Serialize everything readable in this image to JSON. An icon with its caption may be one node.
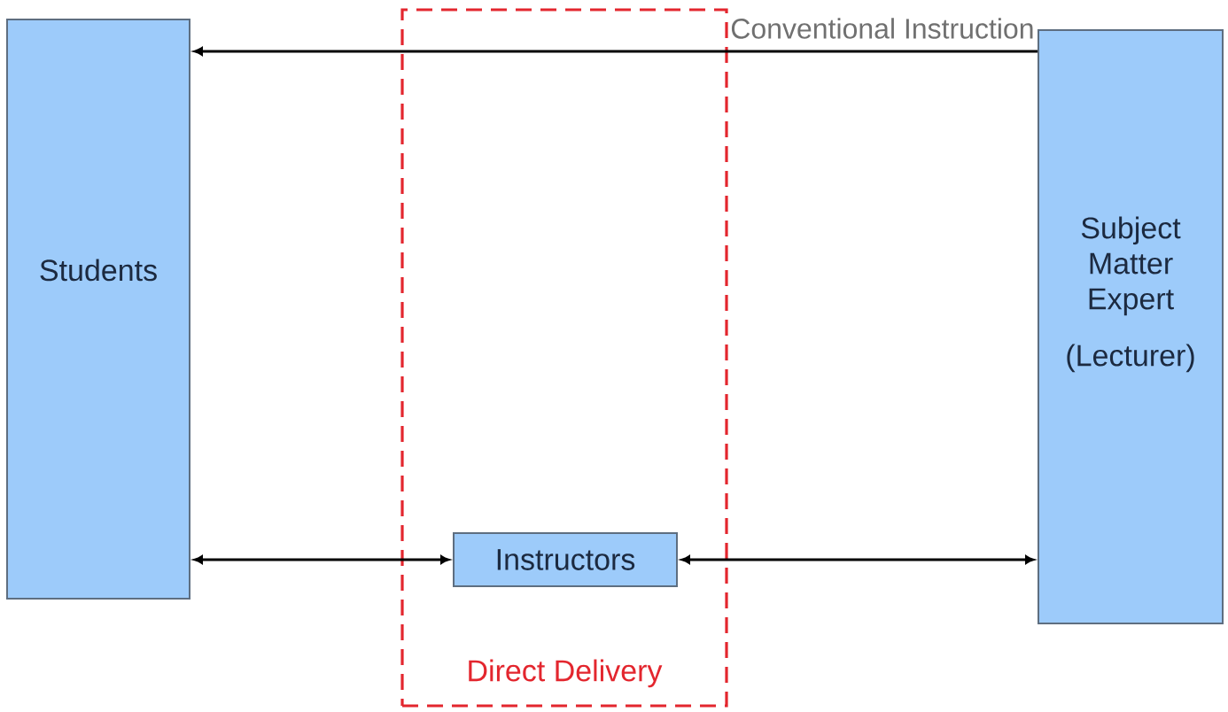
{
  "diagram": {
    "nodes": [
      {
        "text": [
          "Students"
        ]
      },
      {
        "text": [
          "Direct Delivery"
        ]
      },
      {
        "text": [
          "Instructors"
        ],
        "in": 1
      },
      {
        "text": [
          "Subject Matter Expert",
          "(Lecturer)"
        ]
      }
    ],
    "edges": [
      {
        "from": 3,
        "to": 0,
        "arrow": "to",
        "label": "Conventional Instruction"
      },
      {
        "from": 0,
        "to": 2,
        "arrow": "both"
      },
      {
        "from": 2,
        "to": 3,
        "arrow": "both"
      }
    ]
  }
}
